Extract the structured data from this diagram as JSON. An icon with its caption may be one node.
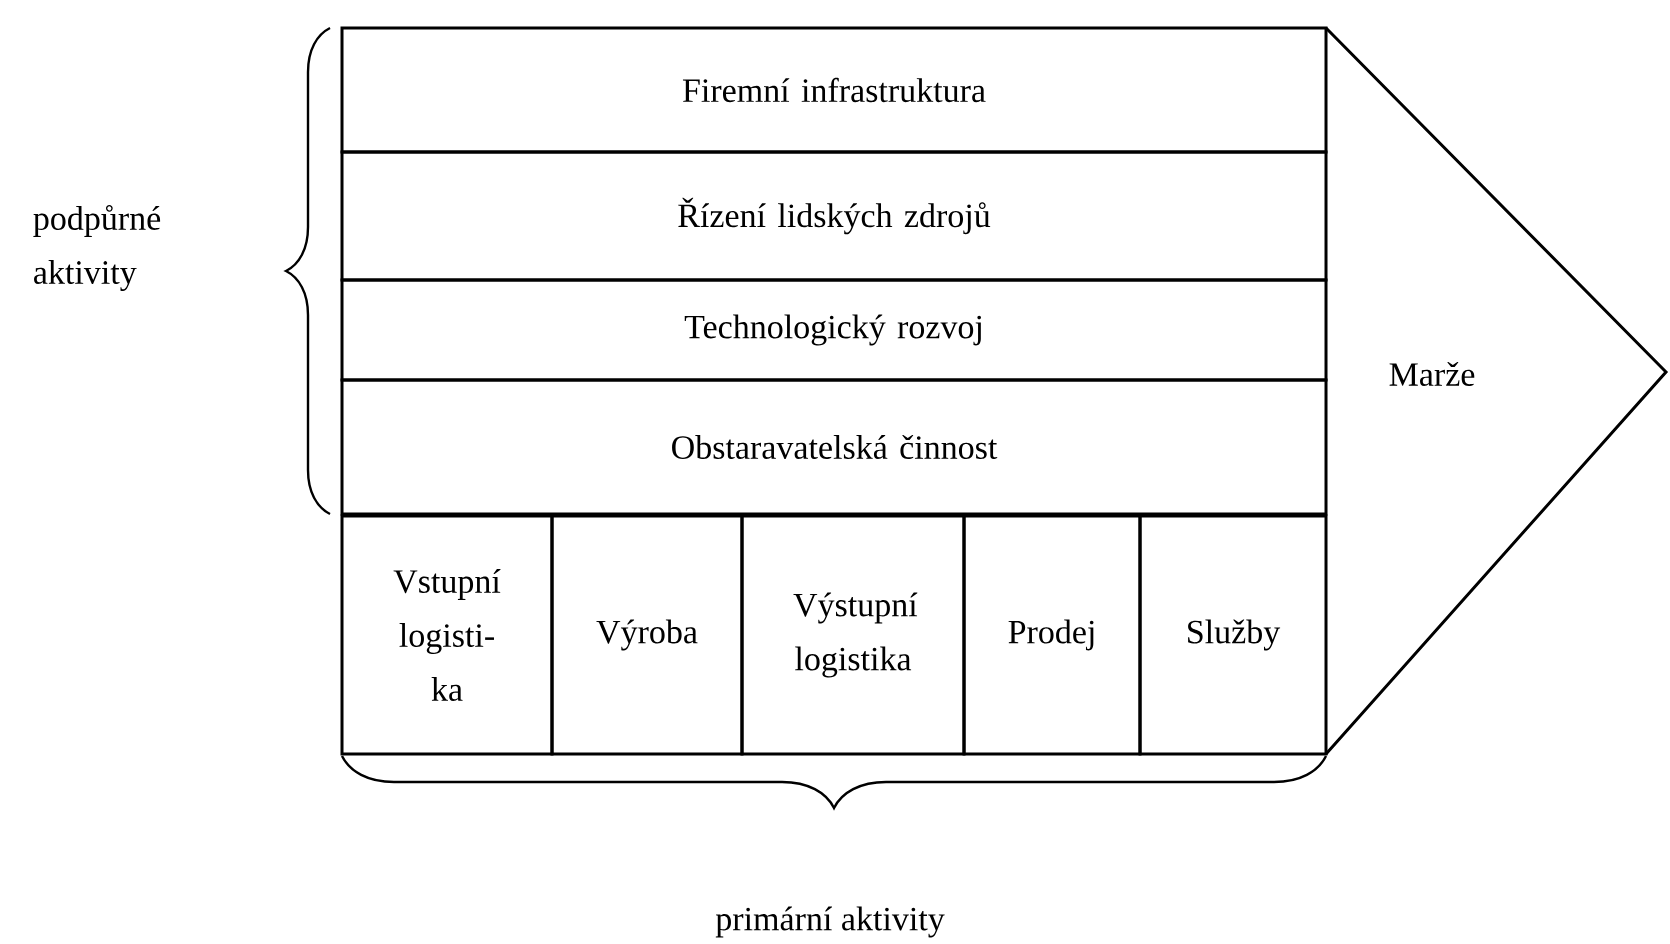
{
  "diagram": {
    "nodes": [
      {
        "text": [
          "Firemní infrastruktura"
        ]
      },
      {
        "text": [
          "Řízení lidských zdrojů"
        ]
      },
      {
        "text": [
          "Technologický rozvoj"
        ]
      },
      {
        "text": [
          "Obstaravatelská činnost"
        ]
      },
      {
        "text": [
          "Vstupní logisti-ka"
        ]
      },
      {
        "text": [
          "Výroba"
        ]
      },
      {
        "text": [
          "Výstupní logistika"
        ]
      },
      {
        "text": [
          "Prodej"
        ]
      },
      {
        "text": [
          "Služby"
        ]
      },
      {
        "text": [
          "Marže"
        ]
      }
    ],
    "labels": [
      "podpůrné aktivity",
      "primární aktivity"
    ]
  }
}
